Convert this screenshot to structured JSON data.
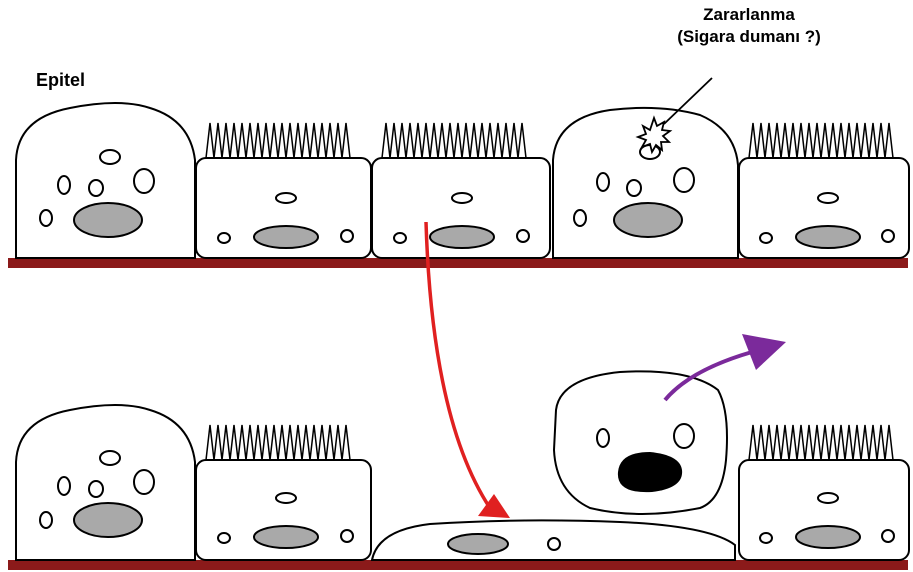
{
  "labels": {
    "epithelium": "Epitel",
    "damage_line1": "Zararlanma",
    "damage_line2": "(Sigara dumanı ?)"
  },
  "colors": {
    "basement_membrane": "#8b1a1a",
    "nucleus": "#a9a9a9",
    "dead_nucleus": "#000000",
    "migration_arrow": "#e02020",
    "exit_arrow": "#7b2a9b",
    "outline": "#000000"
  },
  "icons": {
    "damage": "burst-icon",
    "cilia": "cilia-icon"
  }
}
